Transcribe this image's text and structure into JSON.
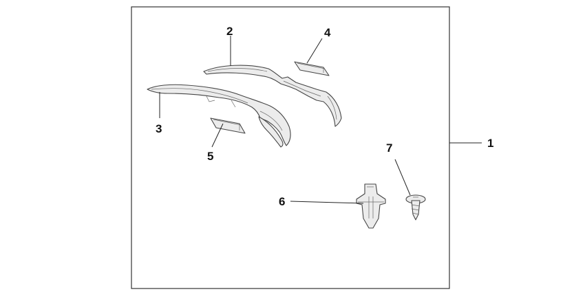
{
  "diagram": {
    "callouts": [
      {
        "id": "1",
        "label": "1"
      },
      {
        "id": "2",
        "label": "2"
      },
      {
        "id": "3",
        "label": "3"
      },
      {
        "id": "4",
        "label": "4"
      },
      {
        "id": "5",
        "label": "5"
      },
      {
        "id": "6",
        "label": "6"
      },
      {
        "id": "7",
        "label": "7"
      }
    ],
    "colors": {
      "line": "#333333",
      "part_fill": "#ececec",
      "background": "#ffffff"
    }
  }
}
